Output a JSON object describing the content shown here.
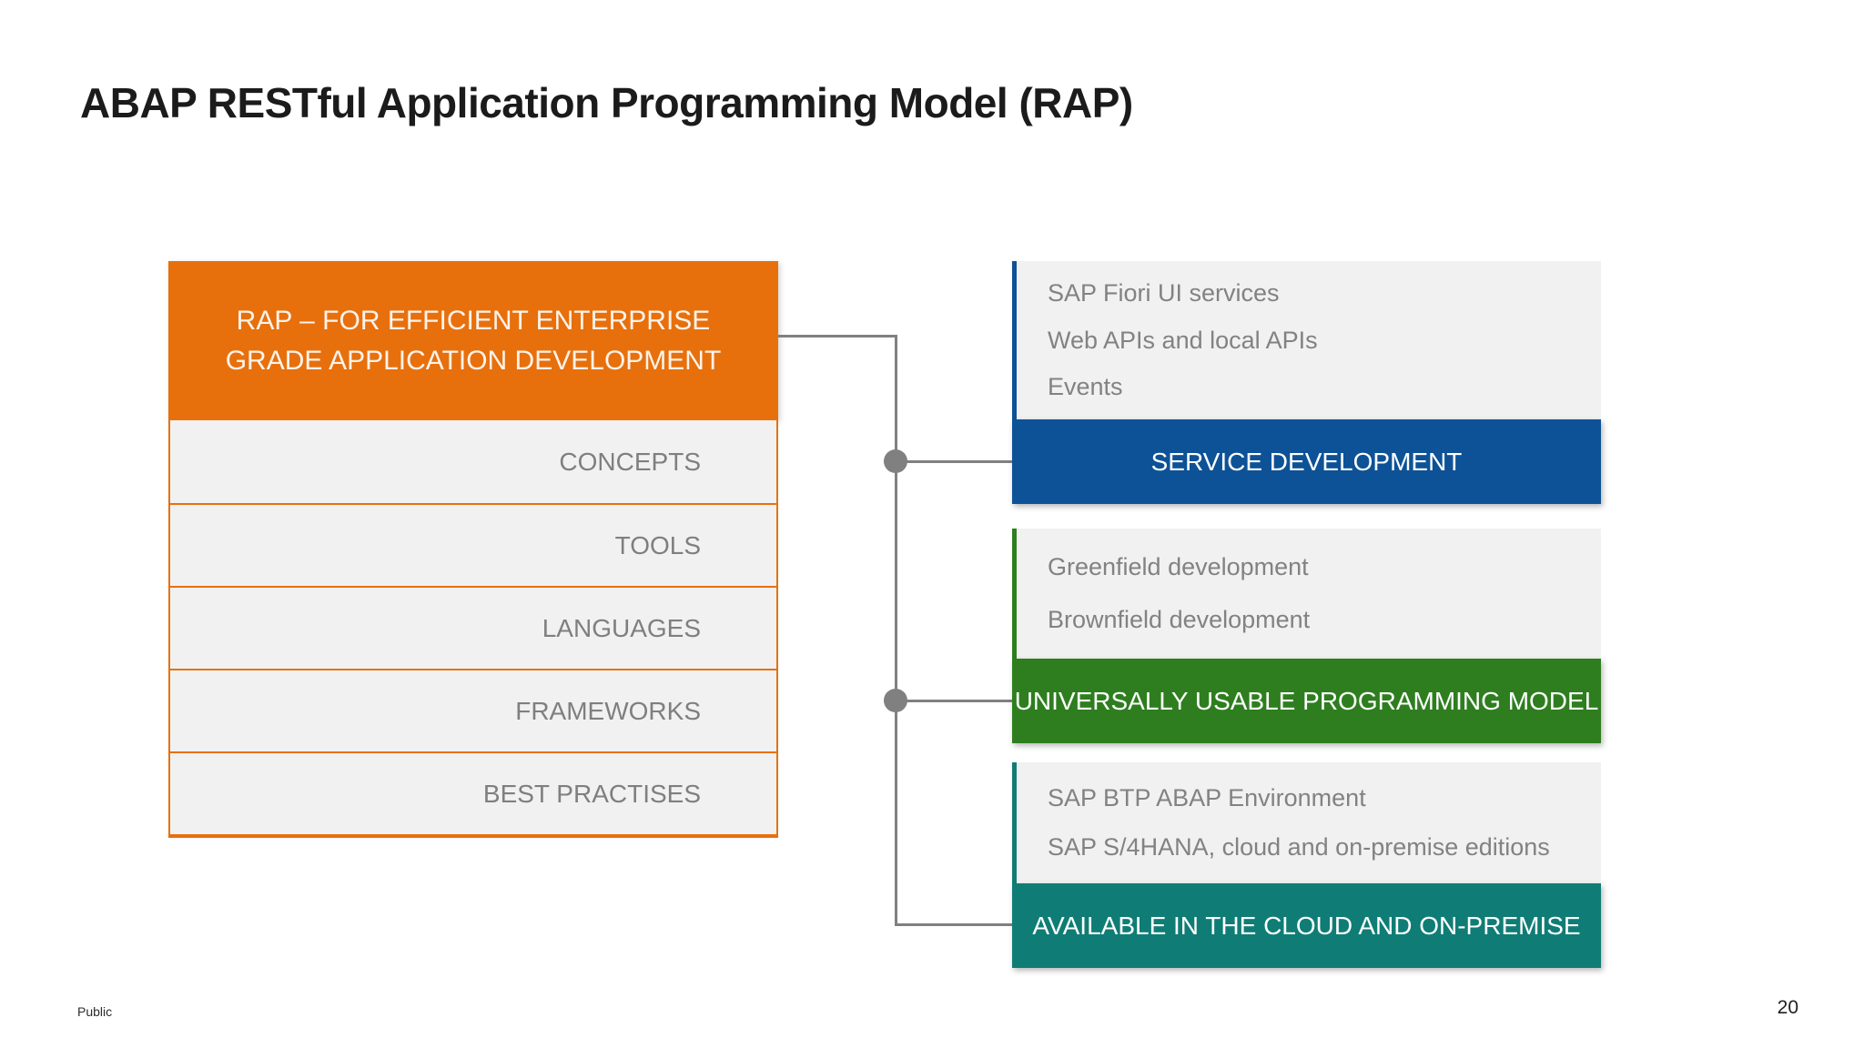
{
  "slide": {
    "title": "ABAP RESTful Application Programming Model (RAP)",
    "footer": {
      "classification": "Public",
      "page_number": "20"
    }
  },
  "left_panel": {
    "header": "RAP – FOR EFFICIENT ENTERPRISE GRADE APPLICATION DEVELOPMENT",
    "rows": [
      "CONCEPTS",
      "TOOLS",
      "LANGUAGES",
      "FRAMEWORKS",
      "BEST PRACTISES"
    ]
  },
  "right_panel": {
    "groups": [
      {
        "items": [
          "SAP Fiori UI services",
          "Web APIs and local APIs",
          "Events"
        ],
        "label": "SERVICE DEVELOPMENT",
        "color": "#0d5296"
      },
      {
        "items": [
          "Greenfield development",
          "Brownfield development"
        ],
        "label": "UNIVERSALLY USABLE PROGRAMMING MODEL",
        "color": "#2e7e1f"
      },
      {
        "items": [
          "SAP BTP ABAP Environment",
          "SAP S/4HANA, cloud and on-premise editions"
        ],
        "label": "AVAILABLE IN THE CLOUD AND ON-PREMISE",
        "color": "#0f7d75"
      }
    ]
  },
  "colors": {
    "accent_orange": "#e7700d",
    "accent_blue": "#0d5296",
    "accent_green": "#2e7e1f",
    "accent_teal": "#0f7d75",
    "box_gray": "#f1f1f1",
    "text_gray": "#7f7f7f",
    "connector_gray": "#808080"
  }
}
